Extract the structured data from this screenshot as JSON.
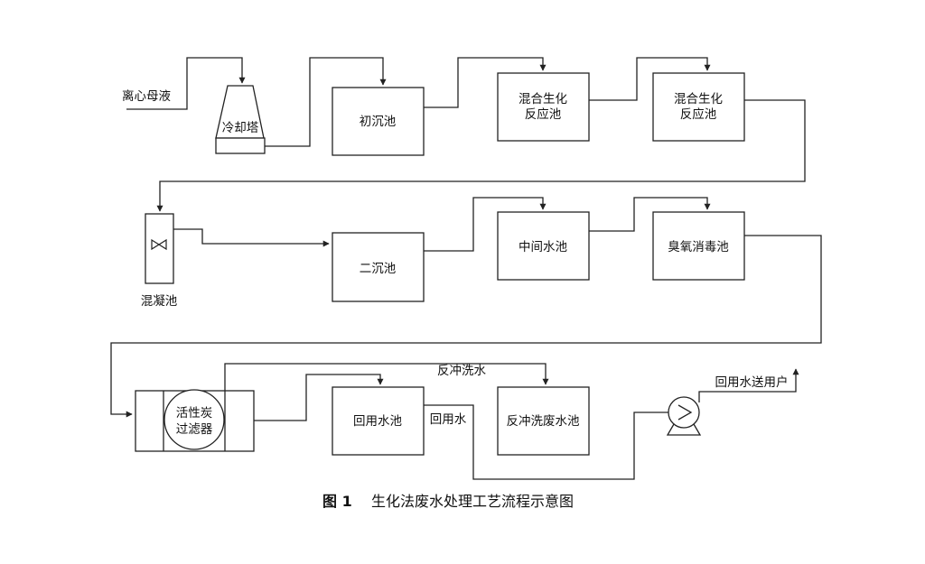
{
  "figure": {
    "caption_number": "图 1",
    "caption_title": "生化法废水处理工艺流程示意图"
  },
  "nodes": {
    "mother_liquor": "离心母液",
    "cooling_tower": "冷却塔",
    "primary_sedimentation": "初沉池",
    "mixed_bio_reactor_1": [
      "混合生化",
      "反应池"
    ],
    "mixed_bio_reactor_2": [
      "混合生化",
      "反应池"
    ],
    "coagulation_tank": "混凝池",
    "secondary_sedimentation": "二沉池",
    "intermediate_tank": "中间水池",
    "ozone_disinfection_tank": "臭氧消毒池",
    "activated_carbon_filter": [
      "活性炭",
      "过滤器"
    ],
    "reuse_tank": "回用水池",
    "backwash_waste_tank": "反冲洗废水池",
    "reuse_user": "回用水送用户"
  },
  "edges": {
    "backwash_water": "反冲洗水",
    "reuse_water": "回用水"
  }
}
